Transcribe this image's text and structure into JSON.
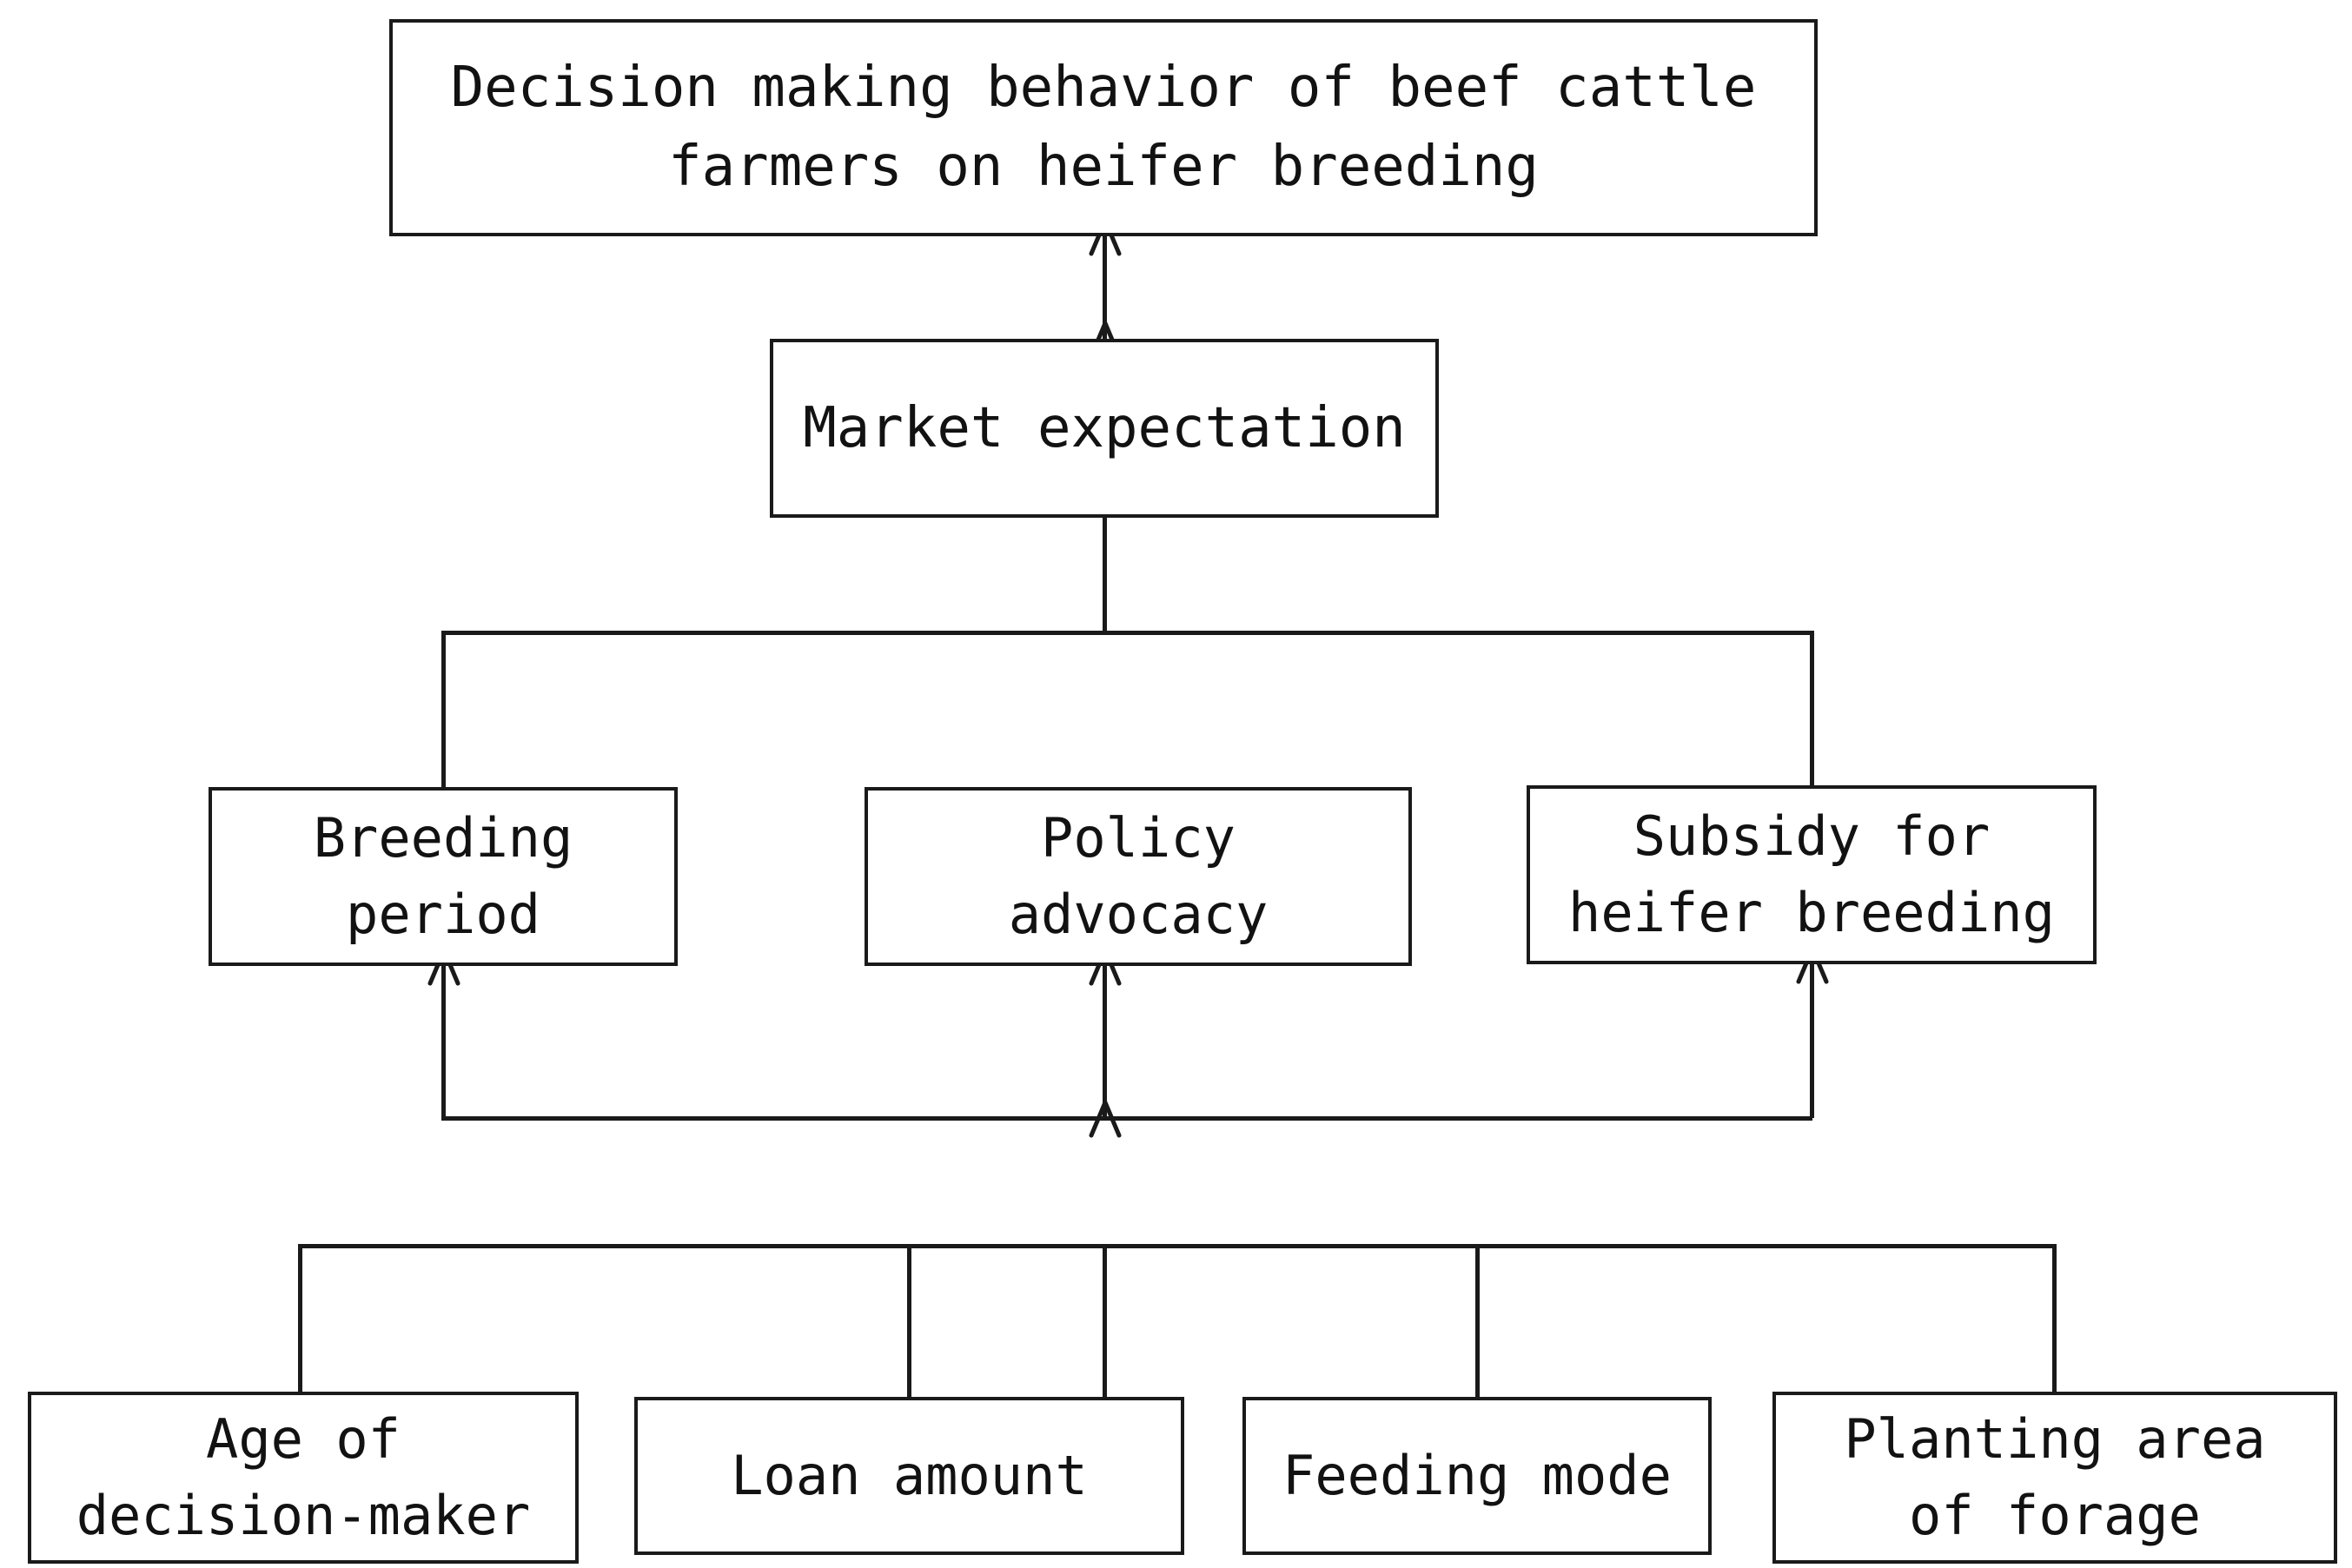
{
  "diagram": {
    "title": "Decision making behavior of beef cattle farmers on heifer breeding",
    "background_color": "#ffffff",
    "line_color": "#1a1a1a",
    "text_color": "#121212",
    "nodes": {
      "root": {
        "id": "root",
        "line1": "Decision making behavior of beef cattle",
        "line2": "farmers on heifer breeding",
        "level": "outcome"
      },
      "market": {
        "id": "market",
        "line1": "Market expectation",
        "level": "mediator"
      },
      "breeding": {
        "id": "breeding",
        "line1": "Breeding",
        "line2": "period",
        "level": "factor"
      },
      "policy": {
        "id": "policy",
        "line1": "Policy",
        "line2": "advocacy",
        "level": "factor"
      },
      "subsidy": {
        "id": "subsidy",
        "line1": "Subsidy for",
        "line2": "heifer breeding",
        "level": "factor"
      },
      "age": {
        "id": "age",
        "line1": "Age of",
        "line2": "decision-maker",
        "level": "attribute"
      },
      "loan": {
        "id": "loan",
        "line1": "Loan amount",
        "level": "attribute"
      },
      "feeding": {
        "id": "feeding",
        "line1": "Feeding mode",
        "level": "attribute"
      },
      "planting": {
        "id": "planting",
        "line1": "Planting area",
        "line2": "of forage",
        "level": "attribute"
      }
    },
    "edges": [
      {
        "from": "market",
        "to": "root",
        "arrow": "up"
      },
      {
        "from": "factors",
        "to": "market",
        "arrow": "up"
      },
      {
        "from": "attributes",
        "to": "breeding",
        "arrow": "up"
      },
      {
        "from": "attributes",
        "to": "policy",
        "arrow": "up"
      },
      {
        "from": "attributes",
        "to": "subsidy",
        "arrow": "up"
      },
      {
        "from": "age",
        "to": "attributes",
        "arrow": "none"
      },
      {
        "from": "loan",
        "to": "attributes",
        "arrow": "none"
      },
      {
        "from": "feeding",
        "to": "attributes",
        "arrow": "none"
      },
      {
        "from": "planting",
        "to": "attributes",
        "arrow": "none"
      }
    ]
  }
}
